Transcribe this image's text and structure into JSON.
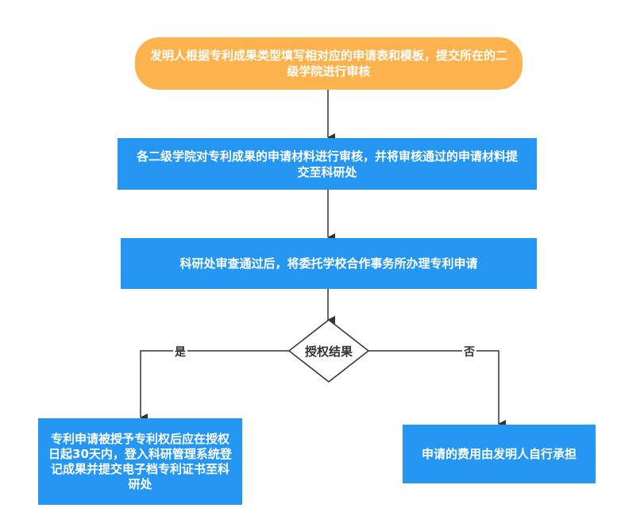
{
  "flowchart": {
    "start": {
      "text": "发明人根据专利成果类型填写相对应的申请表和模板，提交所在的二级学院进行审核"
    },
    "step1": {
      "text": "各二级学院对专利成果的申请材料进行审核，并将审核通过的申请材料提交至科研处"
    },
    "step2": {
      "text": "科研处审查通过后，将委托学校合作事务所办理专利申请"
    },
    "decision": {
      "text": "授权结果"
    },
    "yes_label": "是",
    "no_label": "否",
    "yes_result": {
      "text": "专利申请被授予专利权后应在授权日起30天内，登入科研管理系统登记成果并提交电子档专利证书至科研处"
    },
    "no_result": {
      "text": "申请的费用由发明人自行承担"
    }
  },
  "colors": {
    "start_fill": "#fdb34d",
    "process_fill": "#2596f1",
    "line": "#333333"
  }
}
